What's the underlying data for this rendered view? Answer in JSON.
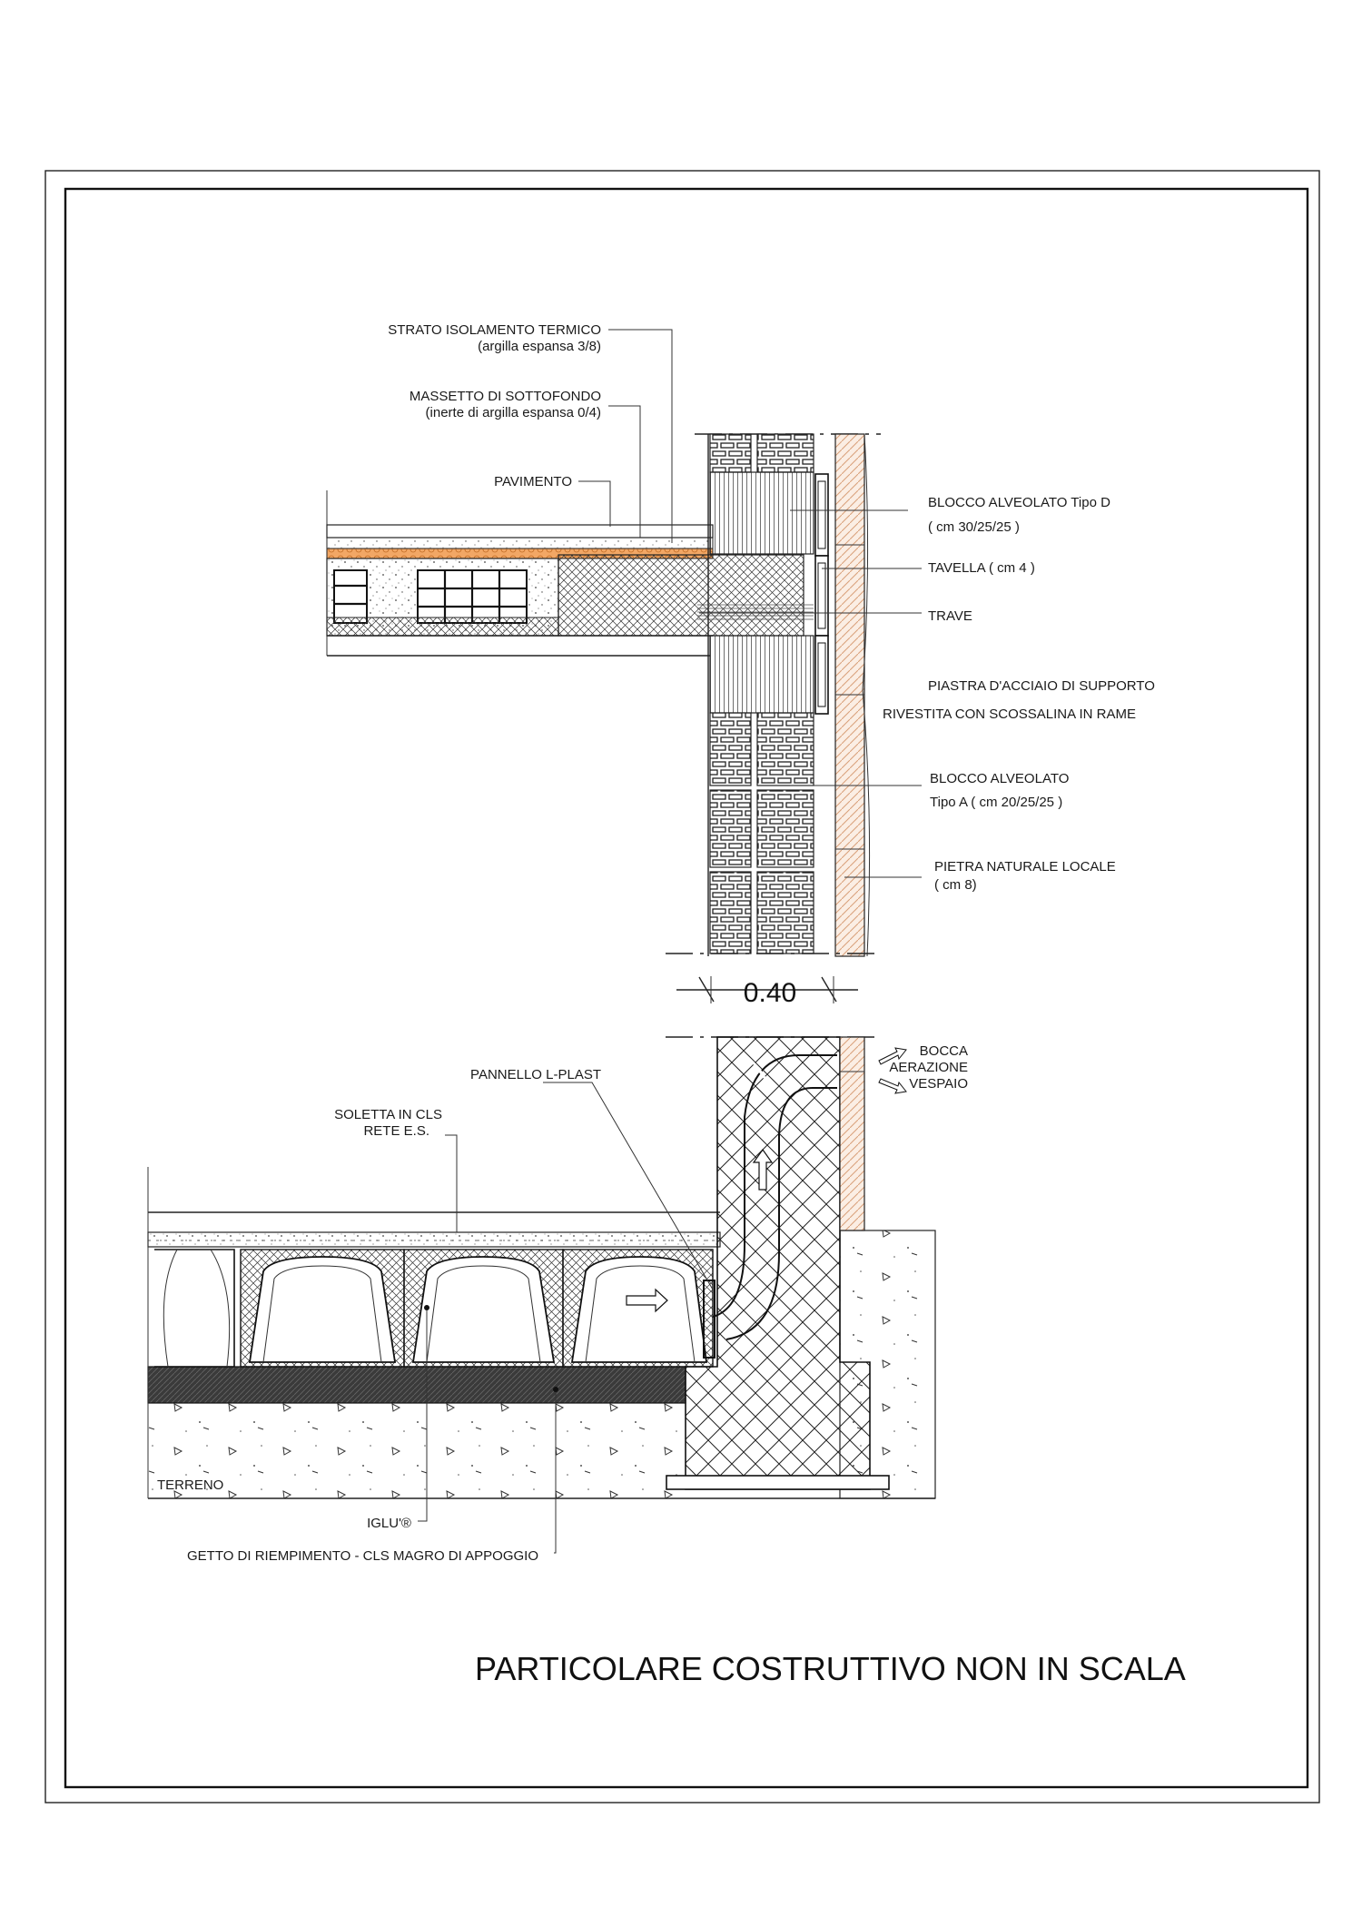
{
  "title": "PARTICOLARE COSTRUTTIVO  NON IN SCALA",
  "dimension": "0.40",
  "labels": {
    "strato_isolamento": "STRATO ISOLAMENTO TERMICO",
    "strato_isolamento_sub": "(argilla espansa 3/8)",
    "massetto": "MASSETTO DI SOTTOFONDO",
    "massetto_sub": "(inerte di argilla espansa 0/4)",
    "pavimento": "PAVIMENTO",
    "blocco_d": "BLOCCO ALVEOLATO Tipo D",
    "blocco_d_sub": "( cm 30/25/25 )",
    "tavella": "TAVELLA ( cm 4 )",
    "trave": "TRAVE",
    "piastra": "PIASTRA D'ACCIAIO DI SUPPORTO",
    "piastra_sub": "RIVESTITA CON SCOSSALINA IN RAME",
    "blocco_a": "BLOCCO ALVEOLATO",
    "blocco_a_sub": "Tipo A ( cm 20/25/25 )",
    "pietra": "PIETRA NATURALE LOCALE",
    "pietra_sub": "( cm 8)",
    "bocca_1": "BOCCA",
    "bocca_2": "AERAZIONE",
    "bocca_3": "VESPAIO",
    "pannello": "PANNELLO L-PLAST",
    "soletta": "SOLETTA IN CLS",
    "rete": "RETE E.S.",
    "terreno": "TERRENO",
    "iglu": "IGLU'®",
    "getto": "GETTO DI RIEMPIMENTO - CLS MAGRO DI APPOGGIO"
  },
  "colors": {
    "insulation": "#f2a765",
    "stone": "#d9a07a"
  }
}
